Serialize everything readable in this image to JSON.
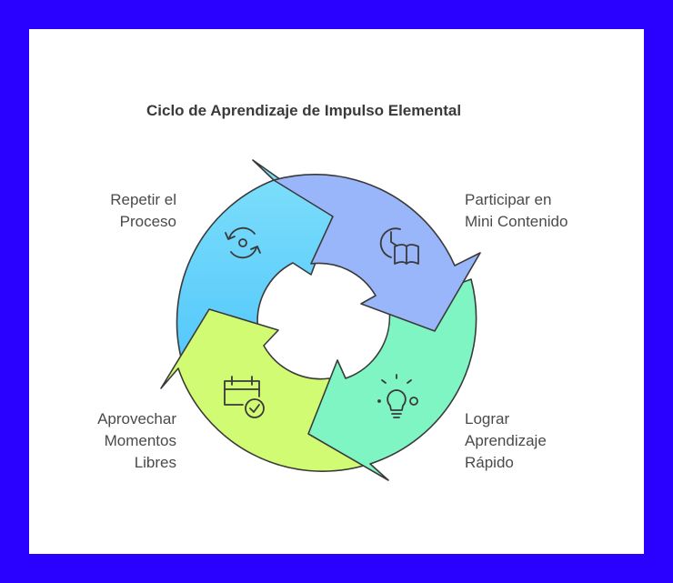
{
  "title": "Ciclo de Aprendizaje de Impulso Elemental",
  "steps": [
    {
      "lines": [
        "Participar en",
        "Mini Contenido"
      ],
      "icon": "clock-book-icon",
      "color": "#9ab6fb"
    },
    {
      "lines": [
        "Lograr",
        "Aprendizaje",
        "Rápido"
      ],
      "icon": "lightbulb-icon",
      "color": "#7ff5c4"
    },
    {
      "lines": [
        "Aprovechar",
        "Momentos",
        "Libres"
      ],
      "icon": "calendar-check-icon",
      "color": "#d2fb74"
    },
    {
      "lines": [
        "Repetir el",
        "Proceso"
      ],
      "icon": "cycle-arrows-icon",
      "color": "#7fd7fb"
    }
  ]
}
